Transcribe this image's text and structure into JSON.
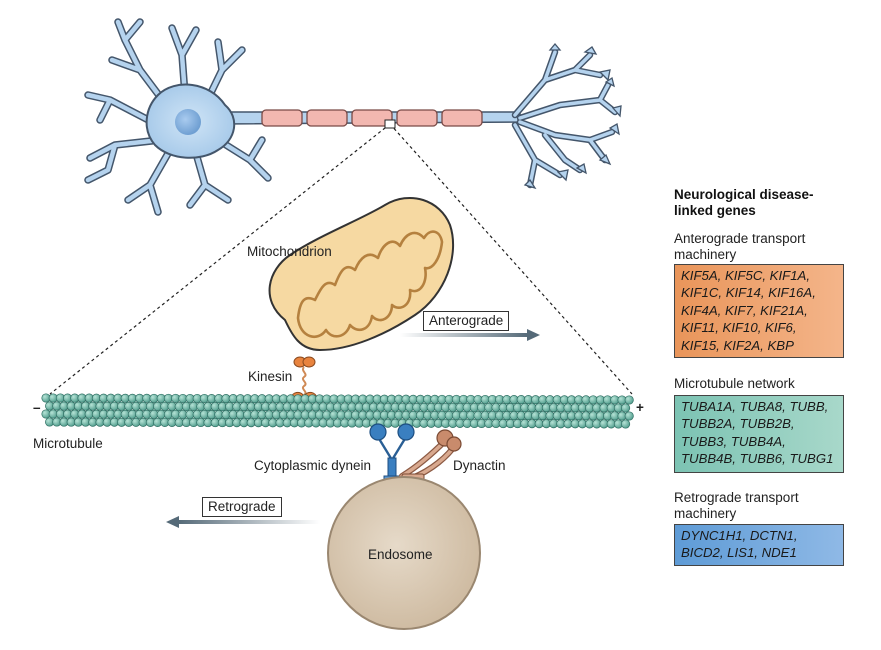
{
  "labels": {
    "mitochondrion": "Mitochondrion",
    "anterograde": "Anterograde",
    "kinesin": "Kinesin",
    "minus": "–",
    "plus": "+",
    "microtubule": "Microtubule",
    "cytoplasmic_dynein": "Cytoplasmic dynein",
    "dynactin": "Dynactin",
    "retrograde": "Retrograde",
    "endosome": "Endosome"
  },
  "panel": {
    "title": "Neurological disease-linked genes",
    "sections": [
      {
        "title": "Anterograde transport machinery",
        "genes": "KIF5A, KIF5C, KIF1A, KIF1C, KIF14, KIF16A, KIF4A, KIF7, KIF21A, KIF11, KIF10, KIF6, KIF15, KIF2A, KBP",
        "color": "#ef9a62"
      },
      {
        "title": "Microtubule network",
        "genes": "TUBA1A, TUBA8, TUBB, TUBB2A, TUBB2B, TUBB3, TUBB4A, TUBB4B, TUBB6, TUBG1",
        "color": "#8ccbbb"
      },
      {
        "title": "Retrograde transport machinery",
        "genes": "DYNC1H1, DCTN1, BICD2, LIS1, NDE1",
        "color": "#6fa6dc"
      }
    ]
  },
  "colors": {
    "neuron": "#b5d3ee",
    "neuron_outline": "#44566b",
    "myelin": "#f2b7b0",
    "mitochondrion": "#f6d9a2",
    "kinesin": "#e8833e",
    "dynein": "#3a7fc0",
    "dynactin": "#c98b6c",
    "microtubule": "#6fb9a8",
    "endosome": "#ddcdb8",
    "arrow": "#4a6070"
  }
}
